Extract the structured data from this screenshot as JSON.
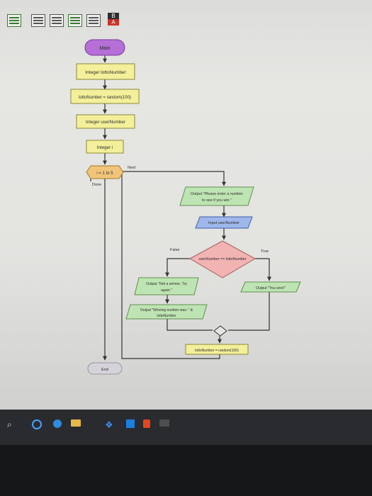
{
  "toolbar": {
    "icons": [
      "flowchart-icon",
      "layout-icon",
      "window-icon",
      "window-alt-icon",
      "list-icon"
    ],
    "lang_top": "B",
    "lang_bottom": "A"
  },
  "flowchart": {
    "start": "Main",
    "declare_lotto": "Integer lottoNumber",
    "assign_lotto": "lottoNumber = random(100)",
    "declare_user": "Integer userNumber",
    "declare_i": "Integer i",
    "loop": "i = 1 to 5",
    "loop_next": "Next",
    "loop_done": "Done",
    "output_prompt_line1": "Output \"Please enter a number",
    "output_prompt_line2": "to see if you win \"",
    "input": "Input userNumber",
    "decision": "userNumber == lottoNumber",
    "branch_false": "False",
    "branch_true": "True",
    "output_not_winner_line1": "Output \"Not a winner. Try",
    "output_not_winner_line2": "again.\"",
    "output_winning_line1": "Output \"Winning number was: \" &",
    "output_winning_line2": "lottoNumber",
    "output_you_won": "Output \"You won!\"",
    "reassign_lotto": "lottoNumber = random(100)",
    "end": "End"
  },
  "colors": {
    "terminal": "#b56fd6",
    "assignment": "#f3ef9a",
    "io": "#bfe4b3",
    "input": "#9fb7ea",
    "decision": "#f2b3b3",
    "loop": "#f0c57a"
  },
  "taskbar": {
    "icons": [
      "search-icon",
      "cortana-icon",
      "edge-icon",
      "folder-icon",
      "dropbox-icon",
      "store-icon",
      "office-icon",
      "notes-icon"
    ]
  }
}
